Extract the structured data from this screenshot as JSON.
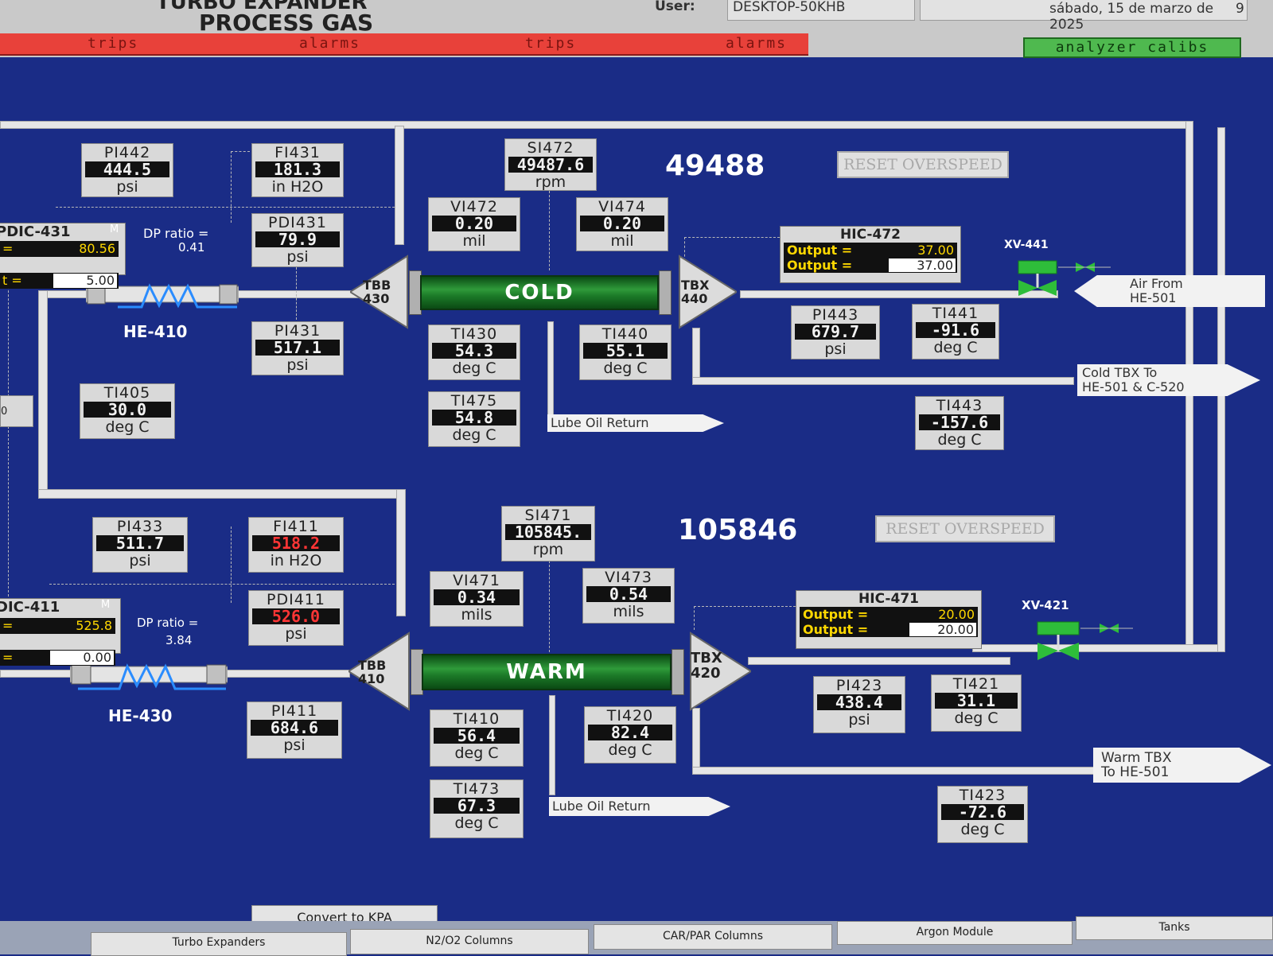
{
  "header": {
    "title_line1": "TURBO EXPANDER",
    "title_line2": "PROCESS GAS",
    "user_label": "User:",
    "user_value": "DESKTOP-50KHB",
    "date": "sábado, 15 de marzo de 2025",
    "date_suffix": "9",
    "alarm_tabs": [
      "trips",
      "alarms",
      "trips",
      "alarms"
    ],
    "analyzer_button": "analyzer calibs"
  },
  "cold": {
    "speed_display": "49488",
    "reset_label": "RESET OVERSPEED",
    "shaft_label": "COLD",
    "tbb_tag": "TBB",
    "tbb_num": "430",
    "tbx_tag": "TBX",
    "tbx_num": "440",
    "exchanger": "HE-410",
    "dp_ratio_label": "DP ratio =",
    "dp_ratio_value": "0.41",
    "pdic": {
      "tag": "PDIC-431",
      "m": "M",
      "line1_label": "=",
      "line1_value": "80.56",
      "line2_label": "t =",
      "line2_value": "5.00"
    },
    "hic": {
      "tag": "HIC-472",
      "out1_label": "Output =",
      "out1_value": "37.00",
      "out2_label": "Output =",
      "out2_value": "37.00"
    },
    "valve_tag": "XV-441",
    "air_from": [
      "Air From",
      "HE-501"
    ],
    "cold_tbx_to": [
      "Cold TBX To",
      "HE-501 & C-520"
    ],
    "lube_oil": "Lube Oil Return",
    "left_stub": "0",
    "readouts": {
      "PI442": {
        "tag": "PI442",
        "value": "444.5",
        "unit": "psi"
      },
      "FI431": {
        "tag": "FI431",
        "value": "181.3",
        "unit": "in H2O"
      },
      "PDI431": {
        "tag": "PDI431",
        "value": "79.9",
        "unit": "psi"
      },
      "PI431": {
        "tag": "PI431",
        "value": "517.1",
        "unit": "psi"
      },
      "TI405": {
        "tag": "TI405",
        "value": "30.0",
        "unit": "deg C"
      },
      "SI472": {
        "tag": "SI472",
        "value": "49487.6",
        "unit": "rpm"
      },
      "VI472": {
        "tag": "VI472",
        "value": "0.20",
        "unit": "mil"
      },
      "VI474": {
        "tag": "VI474",
        "value": "0.20",
        "unit": "mil"
      },
      "TI430": {
        "tag": "TI430",
        "value": "54.3",
        "unit": "deg C"
      },
      "TI440": {
        "tag": "TI440",
        "value": "55.1",
        "unit": "deg C"
      },
      "TI475": {
        "tag": "TI475",
        "value": "54.8",
        "unit": "deg C"
      },
      "PI443": {
        "tag": "PI443",
        "value": "679.7",
        "unit": "psi"
      },
      "TI441": {
        "tag": "TI441",
        "value": "-91.6",
        "unit": "deg C"
      },
      "TI443": {
        "tag": "TI443",
        "value": "-157.6",
        "unit": "deg C"
      }
    }
  },
  "warm": {
    "speed_display": "105846",
    "reset_label": "RESET OVERSPEED",
    "shaft_label": "WARM",
    "tbb_tag": "TBB",
    "tbb_num": "410",
    "tbx_tag": "TBX",
    "tbx_num": "420",
    "exchanger": "HE-430",
    "dp_ratio_label": "DP ratio =",
    "dp_ratio_value": "3.84",
    "pdic": {
      "tag": "DIC-411",
      "m": "M",
      "line1_label": "=",
      "line1_value": "525.8",
      "line2_label": "=",
      "line2_value": "0.00"
    },
    "hic": {
      "tag": "HIC-471",
      "out1_label": "Output =",
      "out1_value": "20.00",
      "out2_label": "Output =",
      "out2_value": "20.00"
    },
    "valve_tag": "XV-421",
    "warm_tbx_to": [
      "Warm TBX",
      "To HE-501"
    ],
    "lube_oil": "Lube Oil Return",
    "readouts": {
      "PI433": {
        "tag": "PI433",
        "value": "511.7",
        "unit": "psi"
      },
      "FI411": {
        "tag": "FI411",
        "value": "518.2",
        "unit": "in H2O"
      },
      "PDI411": {
        "tag": "PDI411",
        "value": "526.0",
        "unit": "psi"
      },
      "PI411": {
        "tag": "PI411",
        "value": "684.6",
        "unit": "psi"
      },
      "SI471": {
        "tag": "SI471",
        "value": "105845.",
        "unit": "rpm"
      },
      "VI471": {
        "tag": "VI471",
        "value": "0.34",
        "unit": "mils"
      },
      "VI473": {
        "tag": "VI473",
        "value": "0.54",
        "unit": "mils"
      },
      "TI410": {
        "tag": "TI410",
        "value": "56.4",
        "unit": "deg C"
      },
      "TI420": {
        "tag": "TI420",
        "value": "82.4",
        "unit": "deg C"
      },
      "TI473": {
        "tag": "TI473",
        "value": "67.3",
        "unit": "deg C"
      },
      "PI423": {
        "tag": "PI423",
        "value": "438.4",
        "unit": "psi"
      },
      "TI421": {
        "tag": "TI421",
        "value": "31.1",
        "unit": "deg C"
      },
      "TI423": {
        "tag": "TI423",
        "value": "-72.6",
        "unit": "deg C"
      }
    }
  },
  "footer": {
    "convert_button": "Convert to KPA",
    "tabs": [
      "Turbo Expanders",
      "N2/O2 Columns",
      "CAR/PAR Columns",
      "Argon Module",
      "Tanks"
    ]
  },
  "colors": {
    "background": "#1a2c86",
    "alarm_bar": "#e8413a",
    "analyzer_button": "#4fb94f",
    "shaft": "#1c7a28",
    "output_text": "#ffd800",
    "alarm_value": "#ff3535"
  }
}
